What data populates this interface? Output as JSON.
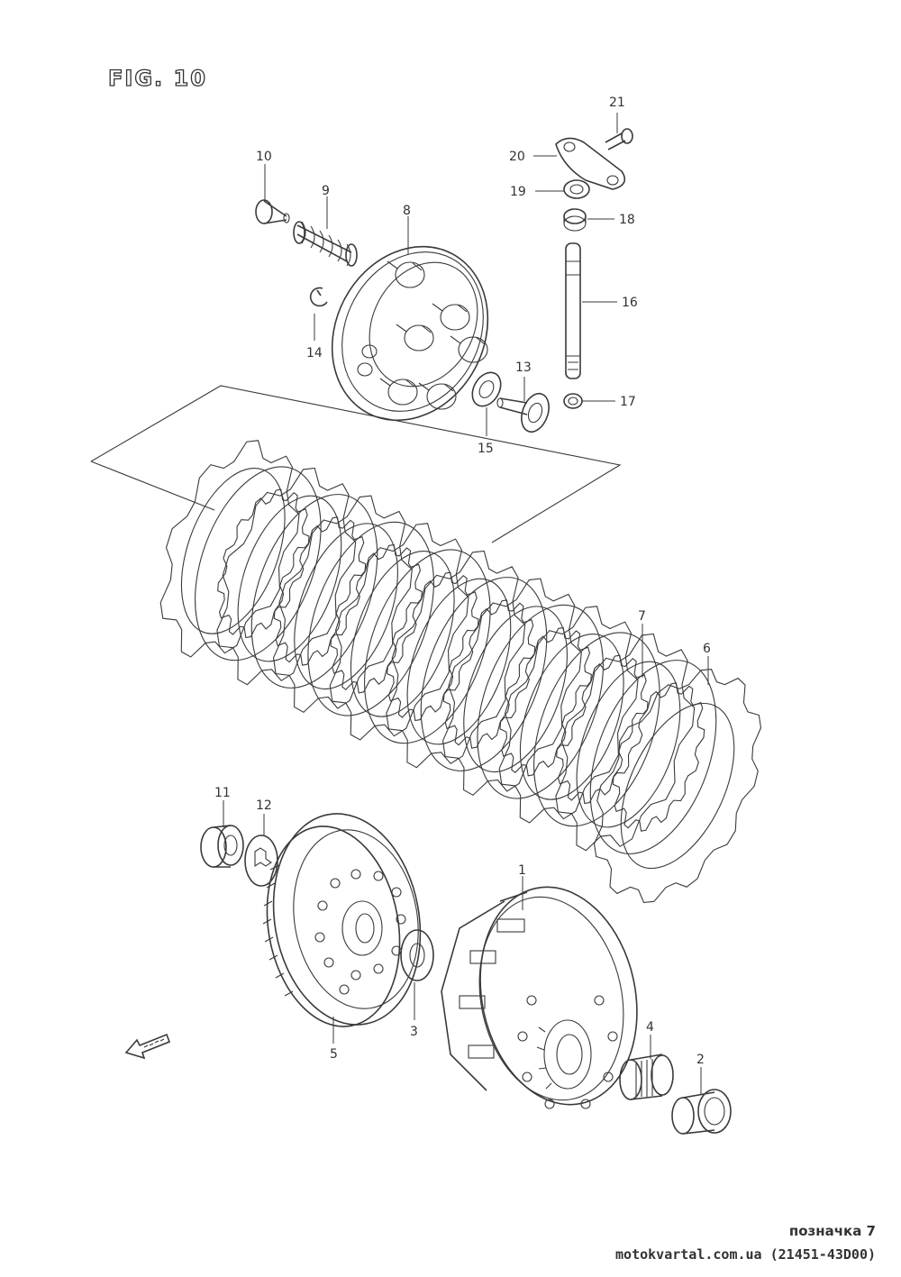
{
  "figure": {
    "title": "FIG. 10"
  },
  "parts": {
    "p1": "1",
    "p2": "2",
    "p3": "3",
    "p4": "4",
    "p5": "5",
    "p6": "6",
    "p7": "7",
    "p8": "8",
    "p9": "9",
    "p10": "10",
    "p11": "11",
    "p12": "12",
    "p13": "13",
    "p14": "14",
    "p15": "15",
    "p16": "16",
    "p17": "17",
    "p18": "18",
    "p19": "19",
    "p20": "20",
    "p21": "21"
  },
  "footer": {
    "mark": "позначка 7",
    "url": "motokvartal.com.ua (21451-43D00)"
  },
  "icons": {
    "direction": "front-direction-arrow-icon"
  }
}
